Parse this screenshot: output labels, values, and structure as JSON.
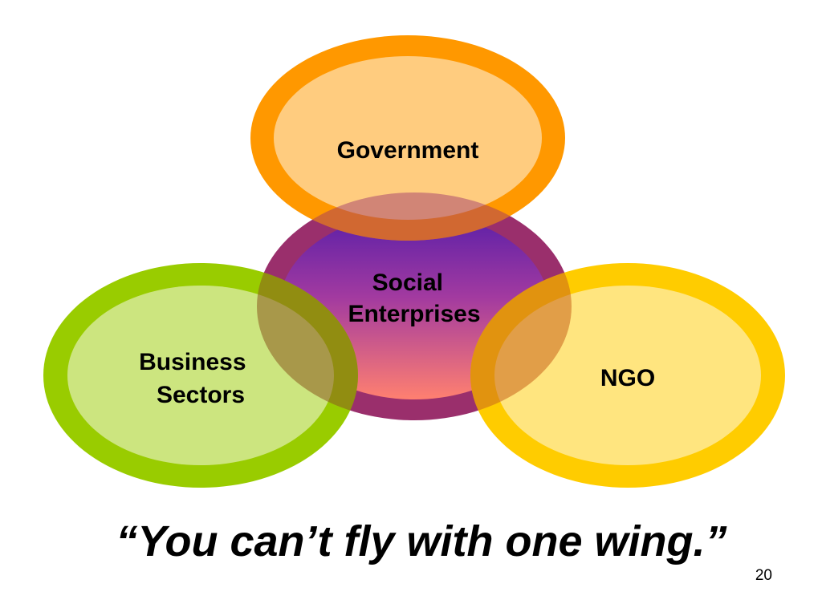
{
  "diagram": {
    "nodes": [
      {
        "id": "social-enterprises",
        "lines": [
          "Social",
          "Enterprises"
        ],
        "ring_color": "#9a2f6c",
        "fill_top": "#5a1fa8",
        "fill_bottom": "#ff8070"
      },
      {
        "id": "government",
        "lines": [
          "Government"
        ],
        "ring_color": "#ff9800",
        "fill_color": "#ffcc7f"
      },
      {
        "id": "business-sectors",
        "lines": [
          "Business",
          "Sectors"
        ],
        "ring_color": "#99cc00",
        "fill_color": "#cce57f"
      },
      {
        "id": "ngo",
        "lines": [
          "NGO"
        ],
        "ring_color": "#ffcc00",
        "fill_color": "#ffe57f"
      }
    ]
  },
  "quote": "“You can’t fly with one wing.”",
  "slide_number": "20"
}
